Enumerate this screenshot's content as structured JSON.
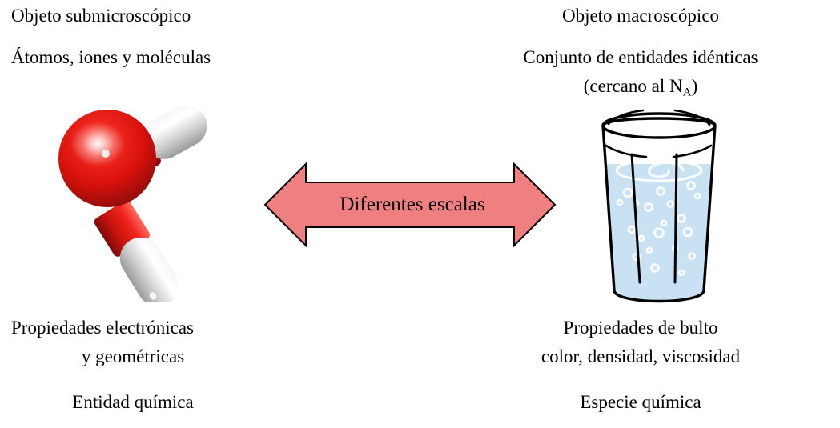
{
  "diagram": {
    "title_concept": "Escalas submicroscopica y macroscopica",
    "background_color": "#ffffff",
    "text_color": "#000000"
  },
  "left_column": {
    "heading": "Objeto submicroscópico",
    "subheading": "Átomos, iones y moléculas",
    "figure": {
      "name": "water-molecule",
      "kind": "ball-and-stick water molecule",
      "oxygen_color": "#e02020",
      "hydrogen_color": "#d8d8d8"
    },
    "caption_line1": "Propiedades electrónicas",
    "caption_line2": "y geométricas",
    "footer": "Entidad química"
  },
  "right_column": {
    "heading": "Objeto macroscópico",
    "subheading_line1": "Conjunto de entidades idénticas",
    "subheading_line2_prefix": "(cercano al N",
    "subheading_line2_subscript": "A",
    "subheading_line2_suffix": ")",
    "figure": {
      "name": "glass-of-water",
      "kind": "drinking glass filled with water",
      "water_color": "#c8e2f3",
      "outline_color": "#000000"
    },
    "caption_line1": "Propiedades de bulto",
    "caption_line2": "color, densidad, viscosidad",
    "footer": "Especie química"
  },
  "center": {
    "arrow_label": "Diferentes escalas",
    "arrow_fill": "#f08080",
    "arrow_stroke": "#000000",
    "arrow_direction": "double-headed horizontal"
  }
}
